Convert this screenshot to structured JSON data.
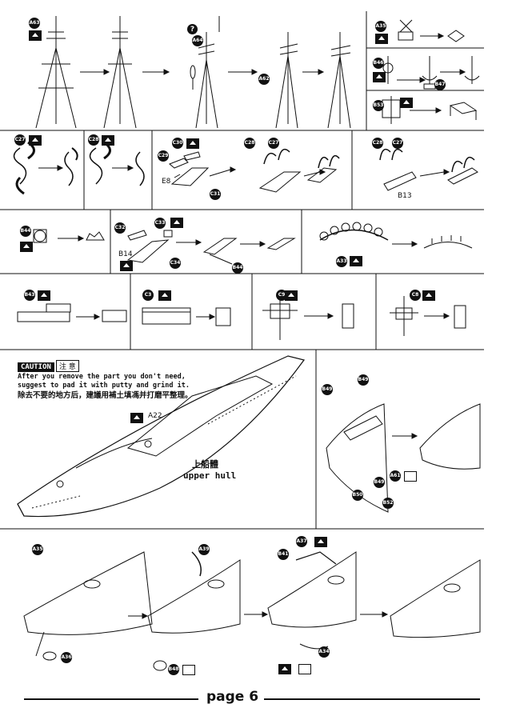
{
  "caution": {
    "label": "CAUTION",
    "label_cn": "注 意",
    "line1": "After you remove the part you don't need,",
    "line2": "suggest to pad it with putty and grind it.",
    "line3_cn": "除去不要的地方后，建議用補土填馮并打磨平整理。"
  },
  "hull": {
    "label_cn": "上船體",
    "label_en": "upper hull",
    "part": "A22"
  },
  "page": {
    "label": "page 6"
  },
  "tags": {
    "r1": [
      "A63",
      "A64",
      "A62",
      "A35",
      "B46",
      "B47",
      "B53"
    ],
    "r2": [
      "C27",
      "C28",
      "C30",
      "C29",
      "E8",
      "C31",
      "C28",
      "C27",
      "C28",
      "C27",
      "B13"
    ],
    "r3": [
      "B44",
      "C32",
      "C33",
      "B14",
      "C34",
      "B44",
      "A33"
    ],
    "r4": [
      "B43",
      "C3",
      "C9",
      "C8"
    ],
    "r5": [
      "B49",
      "B49",
      "B49",
      "B50",
      "B52",
      "A61"
    ],
    "r6": [
      "A35",
      "A36",
      "A39",
      "B48",
      "A37",
      "B41",
      "A34"
    ]
  },
  "question_mark": "?"
}
